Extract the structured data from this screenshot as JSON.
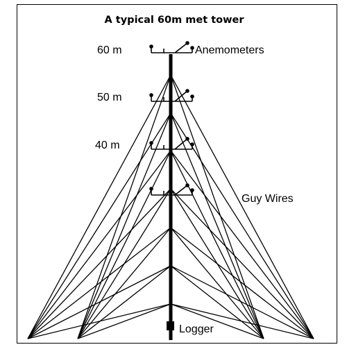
{
  "title": "A typical 60m met tower",
  "heights": {
    "h60": "60 m",
    "h50": "50 m",
    "h40": "40 m"
  },
  "labels": {
    "anemometers": "Anemometers",
    "guy_wires": "Guy Wires",
    "logger": "Logger"
  },
  "colors": {
    "line": "#000000",
    "background": "#ffffff"
  }
}
